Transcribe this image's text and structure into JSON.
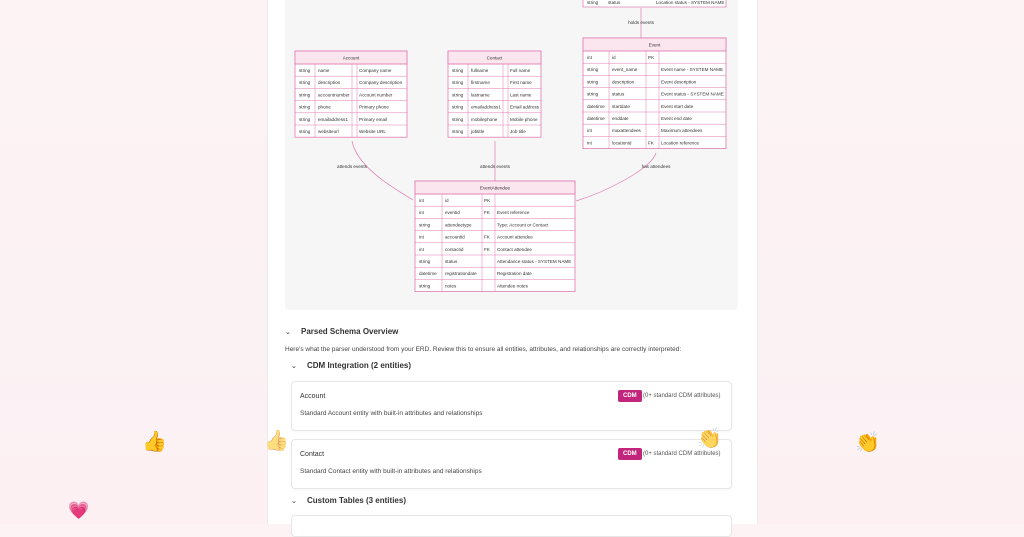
{
  "erd": {
    "location_partial_row": [
      "string",
      "status",
      "Location status - SYSTEM NAME"
    ],
    "relationships": {
      "holds": "holds events",
      "account_attends": "attends events",
      "contact_attends": "attends events",
      "has_attendees": "has attendees"
    },
    "entities": [
      {
        "title": "Account",
        "rows": [
          [
            "string",
            "name",
            "",
            "Company name"
          ],
          [
            "string",
            "description",
            "",
            "Company description"
          ],
          [
            "string",
            "accountnumber",
            "",
            "Account number"
          ],
          [
            "string",
            "phone",
            "",
            "Primary phone"
          ],
          [
            "string",
            "emailaddress1",
            "",
            "Primary email"
          ],
          [
            "string",
            "websiteurl",
            "",
            "Website URL"
          ]
        ]
      },
      {
        "title": "Contact",
        "rows": [
          [
            "string",
            "fullname",
            "",
            "Full name"
          ],
          [
            "string",
            "firstname",
            "",
            "First name"
          ],
          [
            "string",
            "lastname",
            "",
            "Last name"
          ],
          [
            "string",
            "emailaddress1",
            "",
            "Email address"
          ],
          [
            "string",
            "mobilephone",
            "",
            "Mobile phone"
          ],
          [
            "string",
            "jobtitle",
            "",
            "Job title"
          ]
        ]
      },
      {
        "title": "Event",
        "rows": [
          [
            "int",
            "id",
            "PK",
            ""
          ],
          [
            "string",
            "event_name",
            "",
            "Event name - SYSTEM NAME"
          ],
          [
            "string",
            "description",
            "",
            "Event description"
          ],
          [
            "string",
            "status",
            "",
            "Event status - SYSTEM NAME"
          ],
          [
            "datetime",
            "startdate",
            "",
            "Event start date"
          ],
          [
            "datetime",
            "enddate",
            "",
            "Event end date"
          ],
          [
            "int",
            "maxattendees",
            "",
            "Maximum attendees"
          ],
          [
            "int",
            "locationid",
            "FK",
            "Location reference"
          ]
        ]
      },
      {
        "title": "EventAttendee",
        "rows": [
          [
            "int",
            "id",
            "PK",
            ""
          ],
          [
            "int",
            "eventid",
            "FK",
            "Event reference"
          ],
          [
            "string",
            "attendeetype",
            "",
            "Type: Account or Contact"
          ],
          [
            "int",
            "accountid",
            "FK",
            "Account attendee"
          ],
          [
            "int",
            "contactid",
            "FK",
            "Contact attendee"
          ],
          [
            "string",
            "status",
            "",
            "Attendance status - SYSTEM NAME"
          ],
          [
            "datetime",
            "registrationdate",
            "",
            "Registration date"
          ],
          [
            "string",
            "notes",
            "",
            "Attendee notes"
          ]
        ]
      }
    ]
  },
  "overview": {
    "title": "Parsed Schema Overview",
    "description": "Here's what the parser understood from your ERD. Review this to ensure all entities, attributes, and relationships are correctly interpreted:"
  },
  "cdm": {
    "title": "CDM Integration (2 entities)",
    "cards": [
      {
        "name": "Account",
        "badge": "CDM",
        "attrs": "(0+ standard CDM attributes)",
        "desc": "Standard Account entity with built-in attributes and relationships"
      },
      {
        "name": "Contact",
        "badge": "CDM",
        "attrs": "(0+ standard CDM attributes)",
        "desc": "Standard Contact entity with built-in attributes and relationships"
      }
    ]
  },
  "custom": {
    "title": "Custom Tables (3 entities)"
  },
  "reactions": {
    "thumbs_up_left": "👍",
    "thumbs_up_mid": "👍",
    "clap_panel": "👏",
    "clap_right": "👏",
    "heart": "💗"
  },
  "colors": {
    "erd_border": "#e07bb0",
    "erd_header": "#fbe6ef",
    "cdm_badge": "#c2267c"
  }
}
